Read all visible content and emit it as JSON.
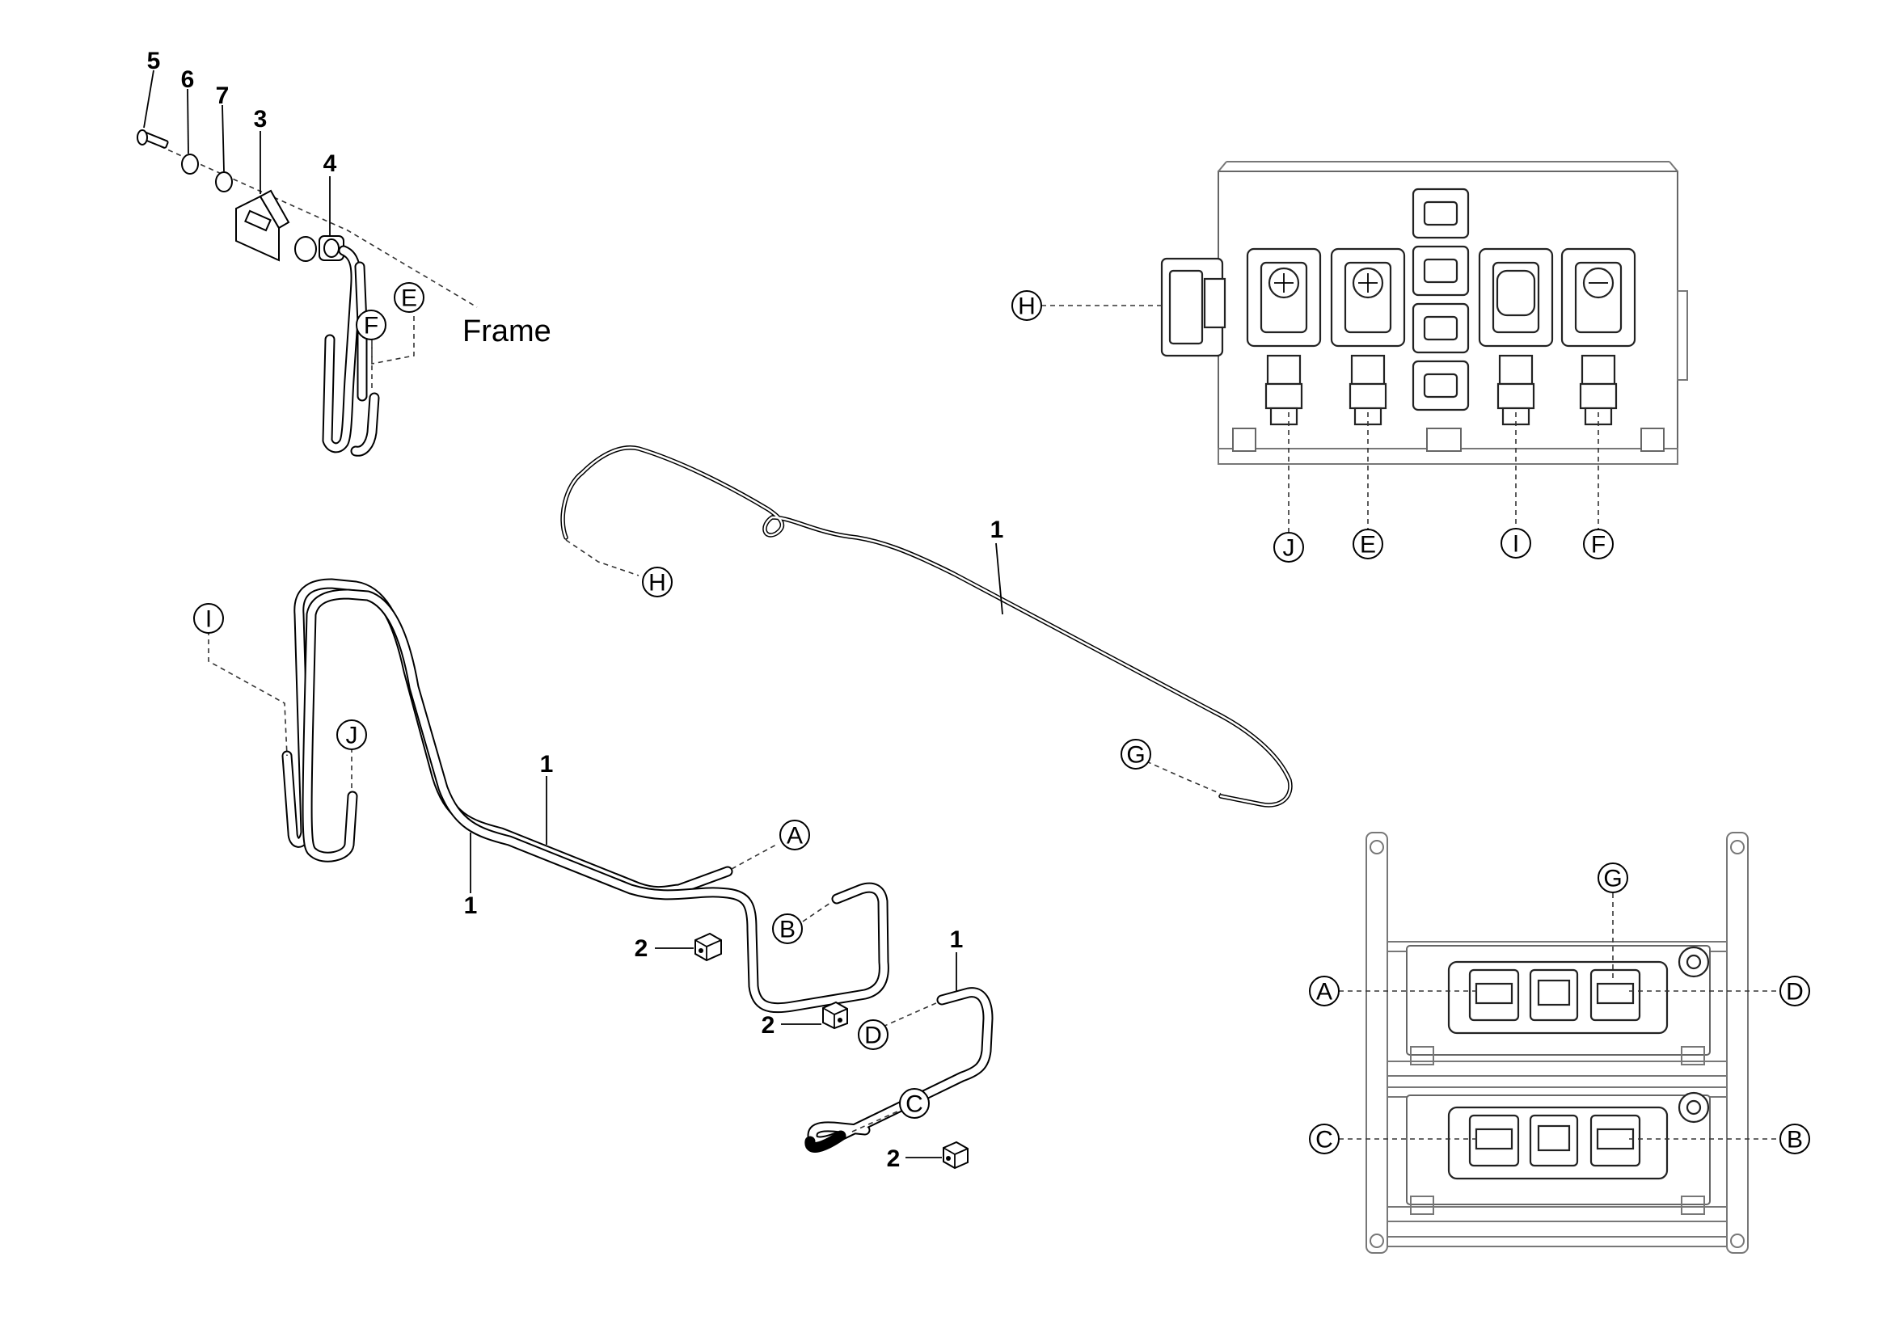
{
  "item_numbers": {
    "hose": "1",
    "clamp": "2",
    "bracket": "3",
    "fitting": "4",
    "bolt": "5",
    "lock_washer": "6",
    "washer": "7"
  },
  "frame_label": "Frame",
  "connection_letters": {
    "a": "A",
    "b": "B",
    "c": "C",
    "d": "D",
    "e": "E",
    "f": "F",
    "g": "G",
    "h": "H",
    "i": "I",
    "j": "J"
  }
}
